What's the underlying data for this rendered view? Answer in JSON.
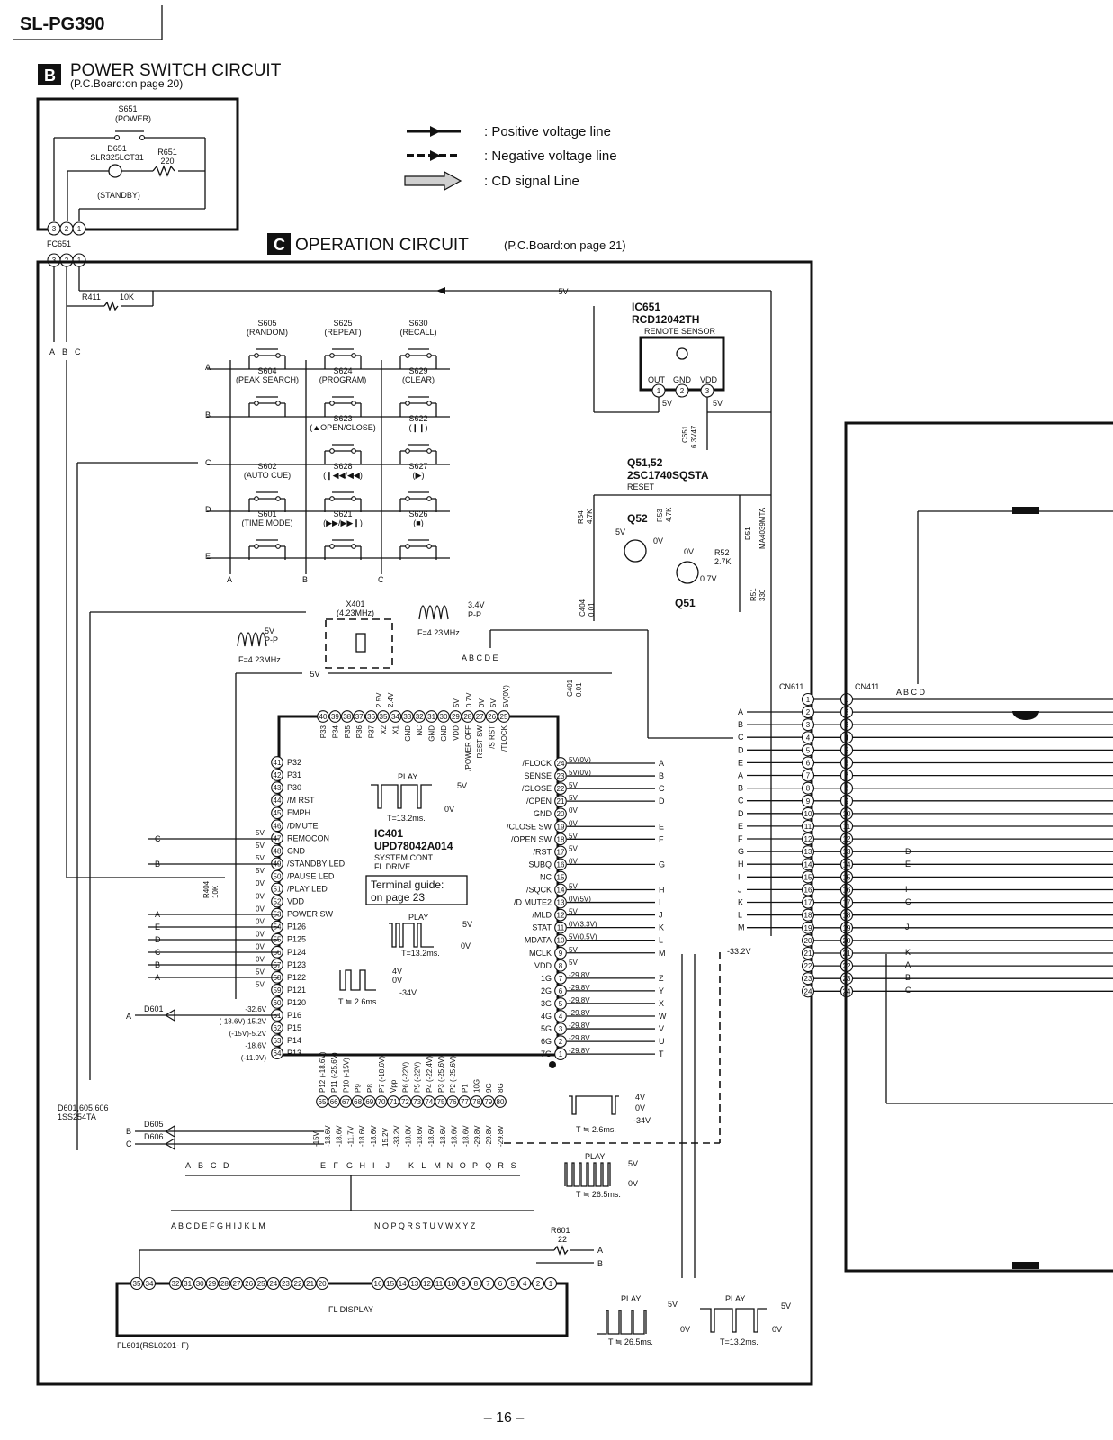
{
  "header": {
    "model": "SL-PG390"
  },
  "power_section": {
    "letter": "B",
    "title": "POWER  SWITCH  CIRCUIT",
    "subtitle": "(P.C.Board:on page 20)",
    "switch_ref": "S651",
    "switch_name": "(POWER)",
    "led_ref": "D651",
    "led_part": "SLR325LCT31",
    "led_name": "(STANDBY)",
    "resistor_ref": "R651",
    "resistor_value": "220",
    "connector": "FC651"
  },
  "operation_section": {
    "letter": "C",
    "title": "OPERATION  CIRCUIT",
    "subtitle": "(P.C.Board:on page 21)",
    "r411": "R411",
    "r411_value": "10K",
    "v5": "5V"
  },
  "legend": {
    "items": [
      {
        "label": ": Positive voltage line"
      },
      {
        "label": ": Negative voltage line"
      },
      {
        "label": ": CD signal Line"
      }
    ]
  },
  "matrix_rows": [
    "A",
    "B",
    "C",
    "D",
    "E"
  ],
  "matrix_cols": [
    "A",
    "B",
    "C"
  ],
  "switches": [
    {
      "ref": "S605",
      "name": "(RANDOM)"
    },
    {
      "ref": "S625",
      "name": "(REPEAT)"
    },
    {
      "ref": "S630",
      "name": "(RECALL)"
    },
    {
      "ref": "S604",
      "name": "(PEAK SEARCH)"
    },
    {
      "ref": "S624",
      "name": "(PROGRAM)"
    },
    {
      "ref": "S629",
      "name": "(CLEAR)"
    },
    {
      "ref": "S623",
      "name": "(▲OPEN/CLOSE)"
    },
    {
      "ref": "S622",
      "name": "(❙❙)"
    },
    {
      "ref": "S602",
      "name": "(AUTO CUE)"
    },
    {
      "ref": "S628",
      "name": "(❙◀◀/◀◀)"
    },
    {
      "ref": "S627",
      "name": "(▶)"
    },
    {
      "ref": "S601",
      "name": "(TIME MODE)"
    },
    {
      "ref": "S621",
      "name": "(▶▶/▶▶❙)"
    },
    {
      "ref": "S626",
      "name": "(■)"
    }
  ],
  "ic651": {
    "ref": "IC651",
    "part": "RCD12042TH",
    "desc": "REMOTE SENSOR",
    "pins": [
      "OUT",
      "GND",
      "VDD"
    ],
    "v5": "5V",
    "cap_ref": "C651",
    "cap_value": "6.3V47"
  },
  "reset": {
    "ref": "Q51,52",
    "part": "2SC1740SQSTA",
    "desc": "RESET",
    "q52": "Q52",
    "q51": "Q51",
    "r54": "R54",
    "r54v": "4.7K",
    "r53": "R53",
    "r53v": "4.7K",
    "r52": "R52",
    "r52v": "2.7K",
    "r51": "R51",
    "r51v": "330",
    "d51": "D51",
    "d51p": "MA4039MTA",
    "c404": "C404",
    "c404v": "0.01",
    "v5": "5V",
    "v0": "0V",
    "v07": "0.7V"
  },
  "x401": {
    "ref": "X401",
    "freq": "(4.23MHz)",
    "f": "F=4.23MHz",
    "amp1": "5V",
    "amp1b": "P-P",
    "amp2": "3.4V",
    "amp2b": "P-P",
    "c401": "C401",
    "c401v": "0.01",
    "abcde": "A B C D E"
  },
  "ic401": {
    "ref": "IC401",
    "part": "UPD78042A014",
    "desc1": "SYSTEM CONT.",
    "desc2": "FL DRIVE",
    "guide1": "Terminal guide:",
    "guide2": "on page 23",
    "play": "PLAY",
    "t1": "T=13.2ms.",
    "v5": "5V",
    "v0": "0V"
  },
  "top_pins": [
    {
      "n": "40",
      "l": "P33"
    },
    {
      "n": "39",
      "l": "P34"
    },
    {
      "n": "38",
      "l": "P35"
    },
    {
      "n": "37",
      "l": "P36"
    },
    {
      "n": "36",
      "l": "P37"
    },
    {
      "n": "35",
      "l": "X2"
    },
    {
      "n": "34",
      "l": "X1"
    },
    {
      "n": "33",
      "l": "GND"
    },
    {
      "n": "32",
      "l": "NC"
    },
    {
      "n": "31",
      "l": "GND"
    },
    {
      "n": "30",
      "l": "GND"
    },
    {
      "n": "29",
      "l": "VDD"
    },
    {
      "n": "28",
      "l": "/POWER OFF"
    },
    {
      "n": "27",
      "l": "REST SW"
    },
    {
      "n": "26",
      "l": "/S RST"
    },
    {
      "n": "25",
      "l": "/TLOCK"
    }
  ],
  "top_volts": [
    "2.5V",
    "2.4V",
    "5V",
    "0.7V",
    "0V",
    "5V",
    "5V(0V)"
  ],
  "left_pins": [
    {
      "n": "41",
      "l": "P32"
    },
    {
      "n": "42",
      "l": "P31"
    },
    {
      "n": "43",
      "l": "P30"
    },
    {
      "n": "44",
      "l": "/M RST"
    },
    {
      "n": "45",
      "l": "EMPH"
    },
    {
      "n": "46",
      "l": "/DMUTE"
    },
    {
      "n": "47",
      "l": "REMOCON"
    },
    {
      "n": "48",
      "l": "GND"
    },
    {
      "n": "49",
      "l": "/STANDBY LED"
    },
    {
      "n": "50",
      "l": "/PAUSE LED"
    },
    {
      "n": "51",
      "l": "/PLAY LED"
    },
    {
      "n": "52",
      "l": "VDD"
    },
    {
      "n": "53",
      "l": "POWER SW"
    },
    {
      "n": "54",
      "l": "P126"
    },
    {
      "n": "55",
      "l": "P125"
    },
    {
      "n": "56",
      "l": "P124"
    },
    {
      "n": "57",
      "l": "P123"
    },
    {
      "n": "58",
      "l": "P122"
    },
    {
      "n": "59",
      "l": "P121"
    },
    {
      "n": "60",
      "l": "P120"
    },
    {
      "n": "61",
      "l": "P16"
    },
    {
      "n": "62",
      "l": "P15"
    },
    {
      "n": "63",
      "l": "P14"
    },
    {
      "n": "64",
      "l": "P13"
    }
  ],
  "left_volts": [
    "5V",
    "5V",
    "5V",
    "5V",
    "0V",
    "0V",
    "0V",
    "0V",
    "0V",
    "0V",
    "0V",
    "5V",
    "5V"
  ],
  "neg_volts": [
    "-32.6V",
    "(-18.6V)-15.2V",
    "(-15V)-5.2V",
    "-18.6V",
    "(-11.9V)"
  ],
  "right_pins": [
    {
      "n": "24",
      "l": "/FLOCK",
      "v": "5V(0V)",
      "s": "A"
    },
    {
      "n": "23",
      "l": "SENSE",
      "v": "5V(0V)",
      "s": "B"
    },
    {
      "n": "22",
      "l": "/CLOSE",
      "v": "5V",
      "s": "C"
    },
    {
      "n": "21",
      "l": "/OPEN",
      "v": "5V",
      "s": "D"
    },
    {
      "n": "20",
      "l": "GND",
      "v": "0V",
      "s": ""
    },
    {
      "n": "19",
      "l": "/CLOSE SW",
      "v": "0V",
      "s": "E"
    },
    {
      "n": "18",
      "l": "/OPEN SW",
      "v": "5V",
      "s": "F"
    },
    {
      "n": "17",
      "l": "/RST",
      "v": "5V",
      "s": ""
    },
    {
      "n": "16",
      "l": "SUBQ",
      "v": "0V",
      "s": "G"
    },
    {
      "n": "15",
      "l": "NC",
      "v": "",
      "s": ""
    },
    {
      "n": "14",
      "l": "/SQCK",
      "v": "5V",
      "s": "H"
    },
    {
      "n": "13",
      "l": "/D MUTE2",
      "v": "0V(5V)",
      "s": "I"
    },
    {
      "n": "12",
      "l": "/MLD",
      "v": "5V",
      "s": "J"
    },
    {
      "n": "11",
      "l": "STAT",
      "v": "0V(3.3V)",
      "s": "K"
    },
    {
      "n": "10",
      "l": "MDATA",
      "v": "5V(0.5V)",
      "s": "L"
    },
    {
      "n": "9",
      "l": "MCLK",
      "v": "5V",
      "s": "M"
    },
    {
      "n": "8",
      "l": "VDD",
      "v": "5V",
      "s": ""
    },
    {
      "n": "7",
      "l": "1G",
      "v": "-29.8V",
      "s": "Z"
    },
    {
      "n": "6",
      "l": "2G",
      "v": "-29.8V",
      "s": "Y"
    },
    {
      "n": "5",
      "l": "3G",
      "v": "-29.8V",
      "s": "X"
    },
    {
      "n": "4",
      "l": "4G",
      "v": "-29.8V",
      "s": "W"
    },
    {
      "n": "3",
      "l": "5G",
      "v": "-29.8V",
      "s": "V"
    },
    {
      "n": "2",
      "l": "6G",
      "v": "-29.8V",
      "s": "U"
    },
    {
      "n": "1",
      "l": "7G",
      "v": "-29.8V",
      "s": "T"
    }
  ],
  "bottom_pins": [
    {
      "n": "65",
      "l": "P12 (-18.6V)"
    },
    {
      "n": "66",
      "l": "P11 (-25.6V)"
    },
    {
      "n": "67",
      "l": "P10 (-15V)"
    },
    {
      "n": "68",
      "l": "P9"
    },
    {
      "n": "69",
      "l": "P8"
    },
    {
      "n": "70",
      "l": "P7 (-18.6V)"
    },
    {
      "n": "71",
      "l": "Vpp"
    },
    {
      "n": "72",
      "l": "P6 (-22V)"
    },
    {
      "n": "73",
      "l": "P5 (-22V)"
    },
    {
      "n": "74",
      "l": "P4 (-22.4V)"
    },
    {
      "n": "75",
      "l": "P3 (-25.6V)"
    },
    {
      "n": "76",
      "l": "P2 (-25.6V)"
    },
    {
      "n": "77",
      "l": "P1"
    },
    {
      "n": "78",
      "l": "10G"
    },
    {
      "n": "79",
      "l": "9G"
    },
    {
      "n": "80",
      "l": "8G"
    }
  ],
  "bottom_volts": [
    "-15V",
    "-18.6V",
    "-18.6V",
    "-11.7V",
    "-18.6V",
    "-18.6V",
    "15.2V",
    "-33.2V",
    "-18.8V",
    "-18.6V",
    "-18.6V",
    "-18.6V",
    "-18.6V",
    "-18.6V",
    "-29.8V",
    "-29.8V",
    "-29.8V"
  ],
  "bottom_letters_l": [
    "A",
    "B",
    "C",
    "D"
  ],
  "bottom_letters_m": [
    "E",
    "F",
    "G",
    "H",
    "I",
    "J"
  ],
  "bottom_letters_r": [
    "K",
    "L",
    "M",
    "N",
    "O",
    "P",
    "Q",
    "R",
    "S"
  ],
  "waves": {
    "w1_play": "PLAY",
    "w1_t": "T=13.2ms.",
    "w1_v5": "5V",
    "w1_v0": "0V",
    "w2_t": "T ≒ 2.6ms.",
    "w2_a": "4V",
    "w2_b": "0V",
    "w2_c": "-34V",
    "w3_t": "T ≒ 2.6ms.",
    "w3_a": "4V",
    "w3_b": "0V",
    "w3_c": "-34V",
    "w4_play": "PLAY",
    "w4_t": "T ≒ 26.5ms.",
    "w4_v5": "5V",
    "w4_v0": "0V",
    "w5_play": "PLAY",
    "w5_t": "T ≒ 26.5ms.",
    "w5_v5": "5V",
    "w5_v0": "0V",
    "w6_play": "PLAY",
    "w6_t": "T=13.2ms.",
    "w6_v5": "5V",
    "w6_v0": "0V"
  },
  "diodes": {
    "d601": "D601",
    "d605": "D605",
    "d606": "D606",
    "list": "D601,605,606",
    "part": "1SS254TA",
    "r404": "R404",
    "r404v": "10K"
  },
  "fl": {
    "label": "FL DISPLAY",
    "ref": "FL601(RSL0201- F)",
    "letters_l": "A B C D E F G H I J K L M",
    "letters_r": "N O P Q R S T U V W X Y Z",
    "pins_l": [
      "35",
      "34",
      "32",
      "31",
      "30",
      "29",
      "28",
      "27",
      "26",
      "25",
      "24",
      "23",
      "22",
      "21",
      "20"
    ],
    "pins_r": [
      "16",
      "15",
      "14",
      "13",
      "12",
      "11",
      "10",
      "9",
      "8",
      "7",
      "6",
      "5",
      "4",
      "2",
      "1"
    ],
    "r601": "R601",
    "r601v": "22"
  },
  "connectors": {
    "cn611": "CN611",
    "cn411": "CN411",
    "pins": [
      "1",
      "2",
      "3",
      "4",
      "5",
      "6",
      "7",
      "8",
      "9",
      "10",
      "11",
      "12",
      "13",
      "14",
      "15",
      "16",
      "17",
      "18",
      "19",
      "20",
      "21",
      "22",
      "23",
      "24"
    ],
    "left_letters": [
      "A",
      "B",
      "C",
      "D",
      "E",
      "A",
      "B",
      "C",
      "D",
      "E",
      "F",
      "G",
      "H",
      "I",
      "J",
      "K",
      "L",
      "M"
    ],
    "right_top": "A B C D",
    "right_letters": [
      "D",
      "E",
      "I",
      "C",
      "J",
      "K",
      "A",
      "B",
      "C"
    ],
    "v332": "-33.2V"
  },
  "footer": {
    "page": "– 16 –"
  }
}
